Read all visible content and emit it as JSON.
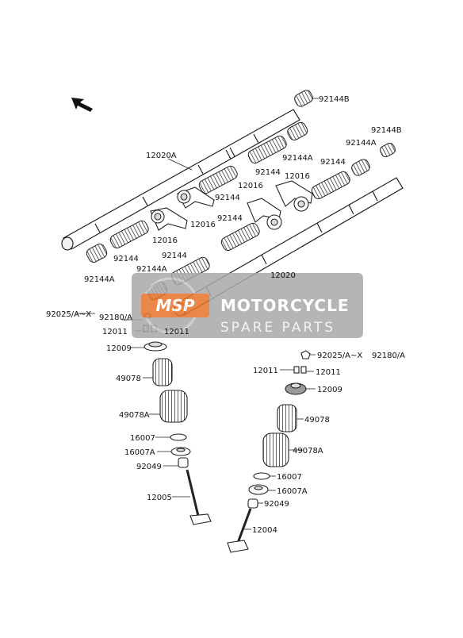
{
  "labels": {
    "l92144B_top": "92144B",
    "l12020A": "12020A",
    "l92144B_right": "92144B",
    "l92144A_r": "92144A",
    "l92144A_mid": "92144A",
    "l92144_a": "92144",
    "l92144_b": "92144",
    "l12016_a": "12016",
    "l12016_b": "12016",
    "l92144_c": "92144",
    "l12016_c": "12016",
    "l92144_d": "92144",
    "l12016_d": "12016",
    "l92144_e": "92144",
    "l92144_f": "92144",
    "l92144A_l": "92144A",
    "l92144A_l2": "92144A",
    "l12020": "12020",
    "l92025_l": "92025/A~X",
    "l92180A_l": "92180/A",
    "l12011_l1": "12011",
    "l12011_l2": "12011",
    "l12009_l": "12009",
    "l49078_l": "49078",
    "l49078A_l": "49078A",
    "l16007_l": "16007",
    "l16007A_l": "16007A",
    "l92049_l": "92049",
    "l12005": "12005",
    "l92025_r": "92025/A~X",
    "l92180A_r": "92180/A",
    "l12011_r1": "12011",
    "l12011_r2": "12011",
    "l12009_r": "12009",
    "l49078_r": "49078",
    "l49078A_r": "49078A",
    "l16007_r": "16007",
    "l16007A_r": "16007A",
    "l92049_r": "92049",
    "l12004": "12004"
  },
  "watermark": {
    "title": "MOTORCYCLE",
    "subtitle": "SPARE PARTS",
    "logo_text": "MSP"
  },
  "icons": {
    "direction_arrow": "front-direction-arrow-icon"
  },
  "colors": {
    "watermark_orange": "#e8742a",
    "watermark_gray": "#a9a9a9",
    "line": "#222222"
  }
}
